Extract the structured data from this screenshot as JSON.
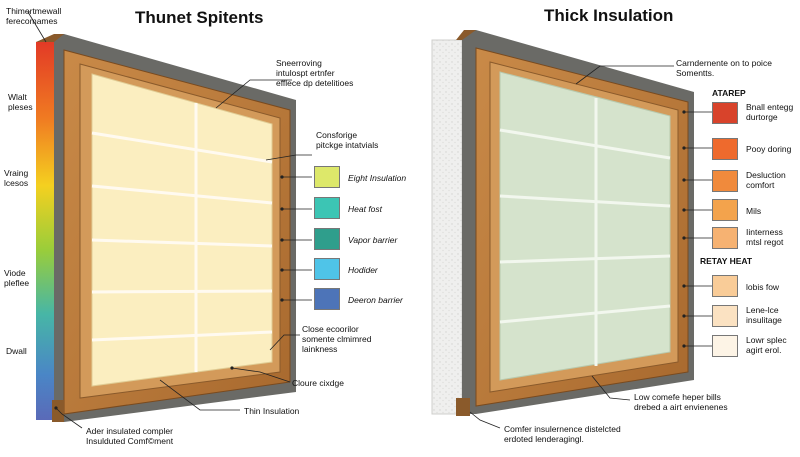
{
  "left": {
    "title": "Thunet Spitents",
    "top_corner_label": "Thimertmewall\nferecomames",
    "side_labels": [
      "Wlalt\npleses",
      "Vraing\nlcesos",
      "Viode\npleflee",
      "Dwall"
    ],
    "annotations": [
      "Sneerroving\nintulospt ertnfer\nefflece dp detelitioes",
      "Consforige\npitckge intatvials",
      "Close ecoorilor\nsomente clmimred\nlainkness",
      "Cloure cixdge",
      "Thin Insulation",
      "Ader insulated compler\nInsulduted Comf©ment"
    ],
    "legend": [
      {
        "label": "Eight Insulation",
        "color": "#dde86a"
      },
      {
        "label": "Heat fost",
        "color": "#3cc5b4"
      },
      {
        "label": "Vapor barrier",
        "color": "#2f9e8c"
      },
      {
        "label": "Hodider",
        "color": "#4fc4e8"
      },
      {
        "label": "Deeron barrier",
        "color": "#4d74b8"
      }
    ]
  },
  "right": {
    "title": "Thick Insulation",
    "annotations": [
      "Carndernente on to poice\nSomentts.",
      "Low comefe heper bills\ndrebed a airt envienenes",
      "Comfer insulernence distelcted\nerdoted lenderagingl."
    ],
    "legend_group_1": "ATAREP",
    "legend_group_2": "RETAY HEAT",
    "legend": [
      {
        "label": "Bnall entegg\ndurtorge",
        "color": "#d8432b"
      },
      {
        "label": "Pooy doring",
        "color": "#ee6a2d"
      },
      {
        "label": "Desluction\ncomfort",
        "color": "#f08a3c"
      },
      {
        "label": "Mils",
        "color": "#f3a34c"
      },
      {
        "label": "Iinterness\nmtsl regot",
        "color": "#f6b272"
      },
      {
        "label": "lobis fow",
        "color": "#f9cc98"
      },
      {
        "label": "Lene-lce\ninsulitage",
        "color": "#fbe2c2"
      },
      {
        "label": "Lowr splec\nagirt erol.",
        "color": "#fdf4e6"
      }
    ]
  }
}
